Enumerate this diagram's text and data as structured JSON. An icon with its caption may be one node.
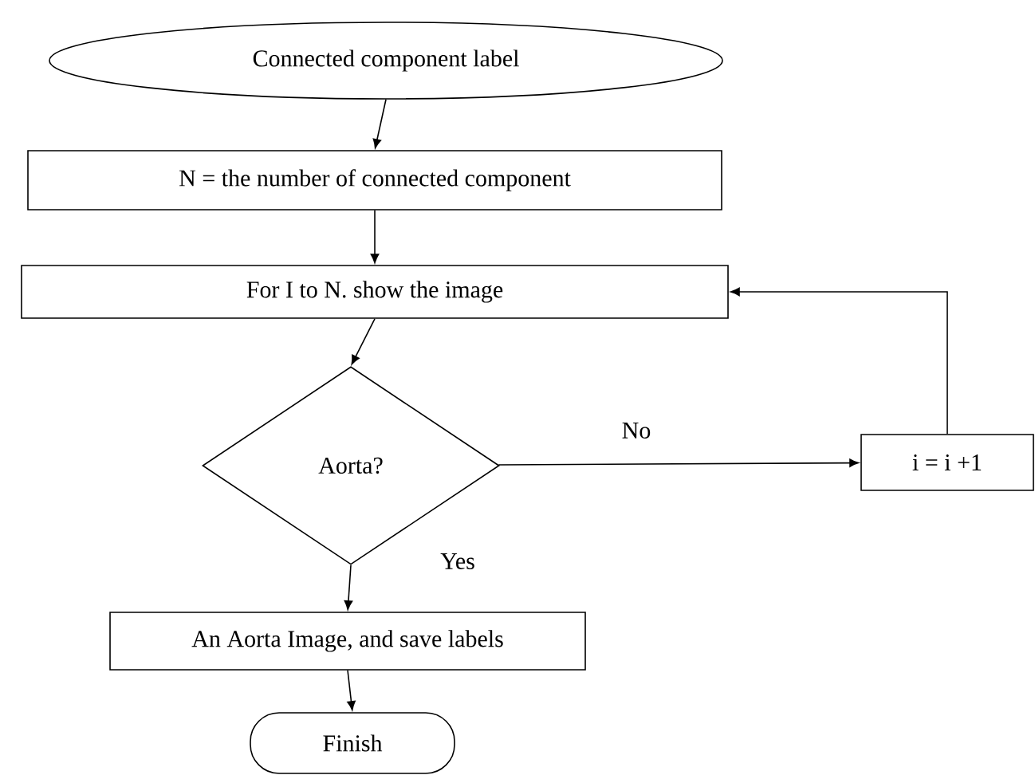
{
  "diagram": {
    "nodes": [
      {
        "text": [
          "Connected component label"
        ]
      },
      {
        "text": [
          "N = the number of connected component"
        ]
      },
      {
        "text": [
          "For I to N. show the image"
        ]
      },
      {
        "text": [
          "Aorta?"
        ]
      },
      {
        "text": [
          "i = i +1"
        ]
      },
      {
        "text": [
          "An Aorta Image, and save labels"
        ]
      },
      {
        "text": [
          "Finish"
        ]
      }
    ],
    "edges": [
      {
        "from": 0,
        "to": 1,
        "arrow": "to"
      },
      {
        "from": 1,
        "to": 2,
        "arrow": "to"
      },
      {
        "from": 2,
        "to": 3,
        "arrow": "to"
      },
      {
        "from": 3,
        "to": 4,
        "arrow": "to",
        "label": "No"
      },
      {
        "from": 4,
        "to": 2,
        "arrow": "to"
      },
      {
        "from": 3,
        "to": 5,
        "arrow": "to",
        "label": "Yes"
      },
      {
        "from": 5,
        "to": 6,
        "arrow": "to"
      }
    ]
  }
}
